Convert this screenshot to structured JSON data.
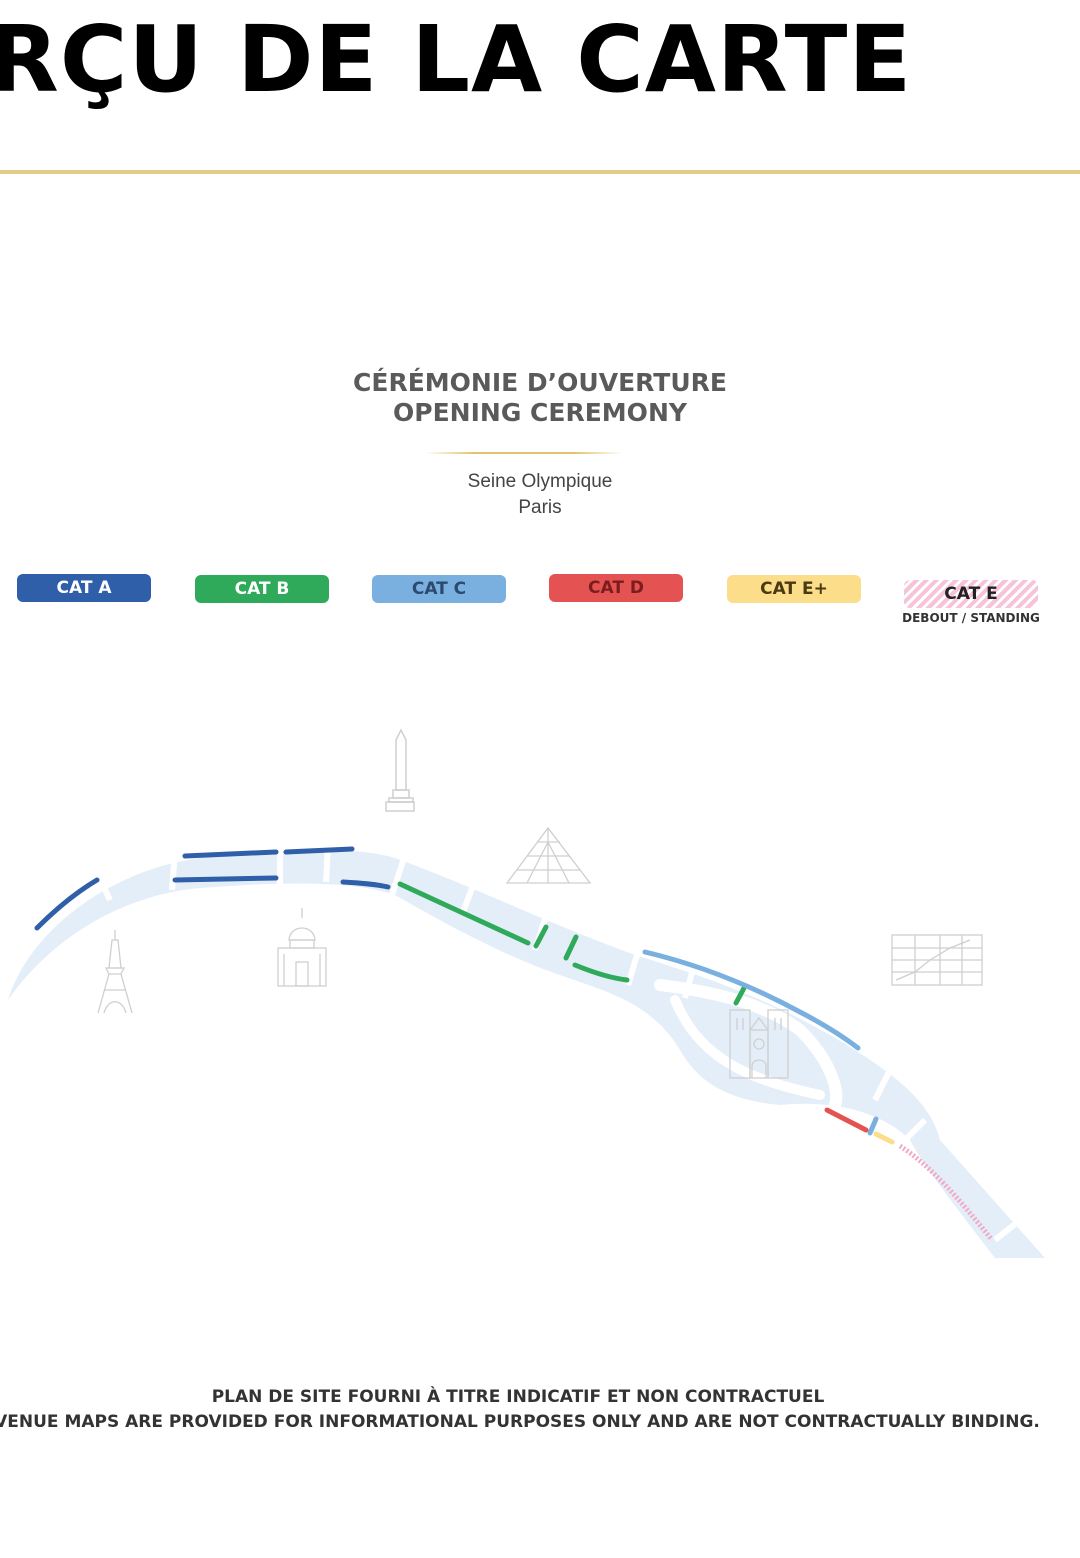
{
  "header": {
    "title": "RÇU DE LA CARTE"
  },
  "event": {
    "title_fr": "CÉRÉMONIE D’OUVERTURE",
    "title_en": "OPENING CEREMONY",
    "venue": "Seine Olympique",
    "city": "Paris"
  },
  "legend": [
    {
      "label": "CAT A",
      "color": "#2f5fa8"
    },
    {
      "label": "CAT B",
      "color": "#2faa5a"
    },
    {
      "label": "CAT C",
      "color": "#7ab0e0"
    },
    {
      "label": "CAT D",
      "color": "#e55252"
    },
    {
      "label": "CAT E+",
      "color": "#fbdd8a"
    },
    {
      "label": "CAT E",
      "color": "#f2a9c8",
      "sublabel": "DEBOUT / STANDING"
    }
  ],
  "map": {
    "river_color": "#e4eef9",
    "landmark_icons": [
      "obelisk-icon",
      "eiffel-tower-icon",
      "invalides-dome-icon",
      "louvre-pyramid-icon",
      "notre-dame-icon",
      "pompidou-centre-icon"
    ]
  },
  "footer": {
    "disclaimer_fr": "PLAN DE SITE FOURNI À TITRE INDICATIF ET NON CONTRACTUEL",
    "disclaimer_en": "VENUE MAPS ARE PROVIDED FOR INFORMATIONAL PURPOSES ONLY AND ARE NOT CONTRACTUALLY BINDING."
  }
}
